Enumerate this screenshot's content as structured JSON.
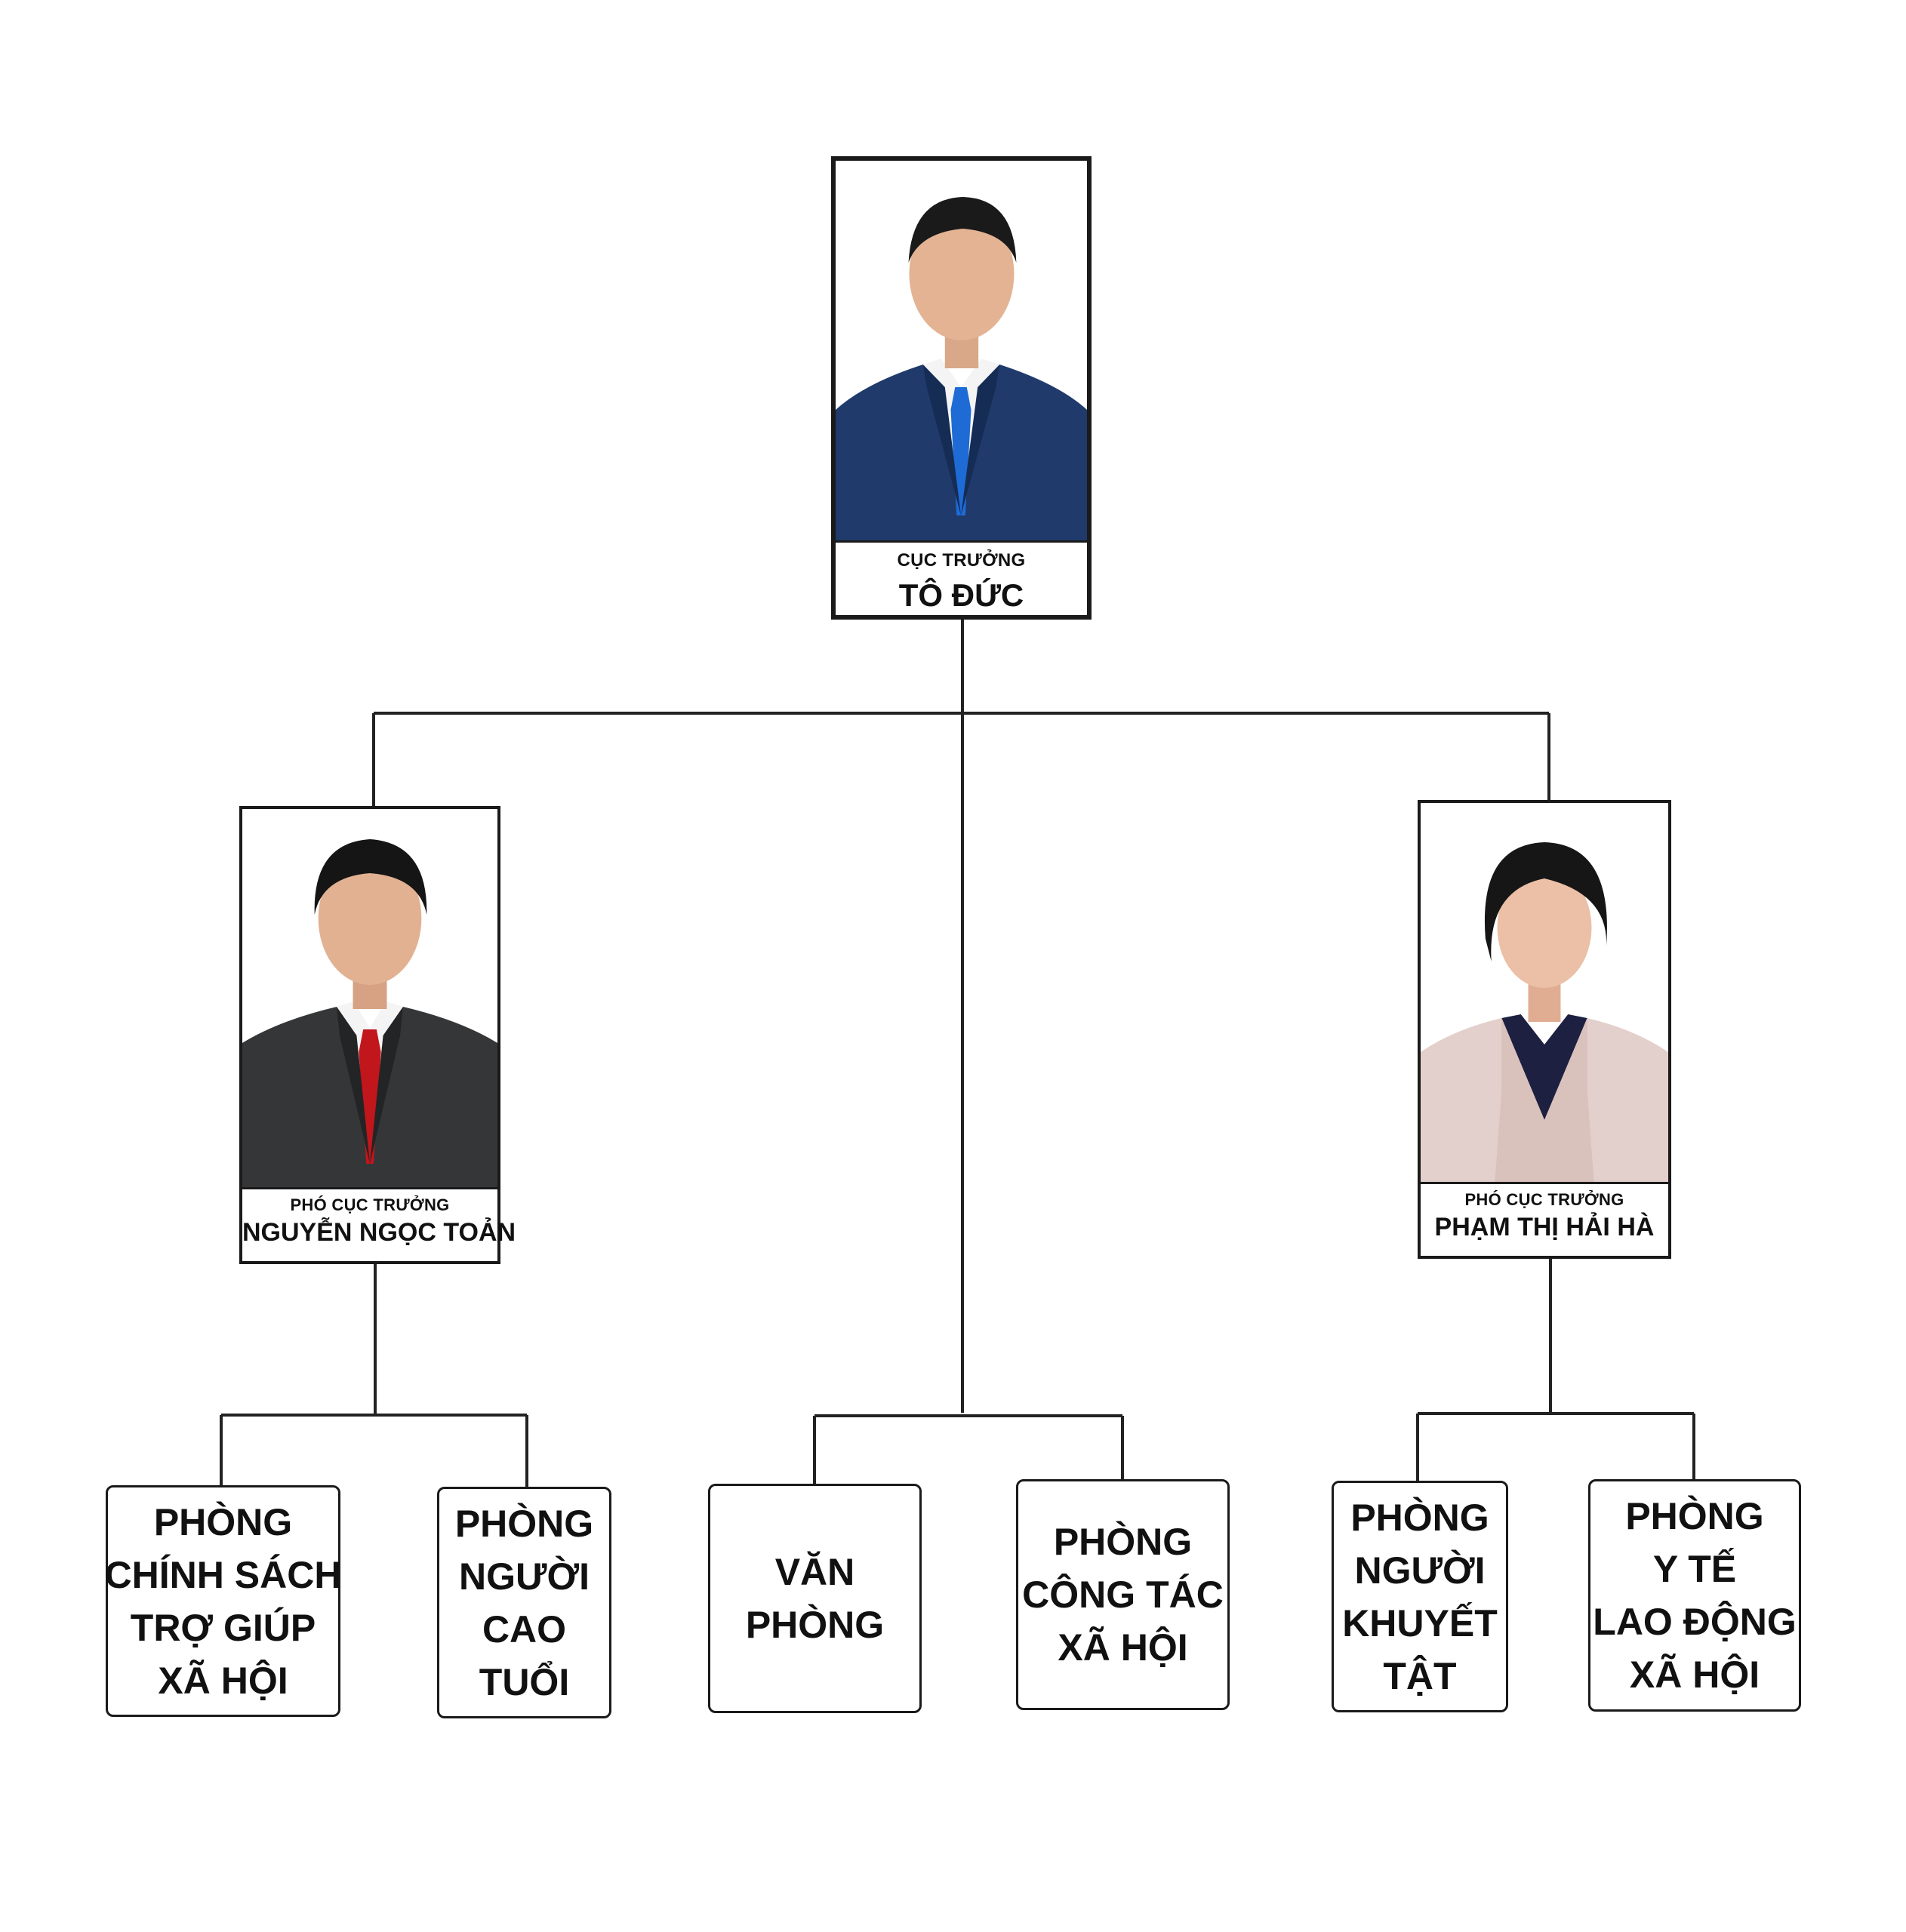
{
  "director": {
    "role": "CỤC TRƯỞNG",
    "name": "TÔ ĐỨC",
    "photo": "portrait-man-blue-suit"
  },
  "deputies": [
    {
      "role": "PHÓ CỤC TRƯỞNG",
      "name": "NGUYỄN NGỌC TOẢN",
      "photo": "portrait-man-dark-suit-red-tie"
    },
    {
      "role": "PHÓ CỤC TRƯỞNG",
      "name": "PHẠM THỊ HẢI HÀ",
      "photo": "portrait-woman-pink-jacket"
    }
  ],
  "departments": [
    {
      "lines": [
        "PHÒNG",
        "CHÍNH SÁCH",
        "TRỢ GIÚP",
        "XÃ HỘI"
      ]
    },
    {
      "lines": [
        "PHÒNG",
        "NGƯỜI",
        "CAO",
        "TUỔI"
      ]
    },
    {
      "lines": [
        "VĂN",
        "PHÒNG"
      ]
    },
    {
      "lines": [
        "PHÒNG",
        "CÔNG TÁC",
        "XÃ HỘI"
      ]
    },
    {
      "lines": [
        "PHÒNG",
        "NGƯỜI",
        "KHUYẾT",
        "TẬT"
      ]
    },
    {
      "lines": [
        "PHÒNG",
        "Y TẾ",
        "LAO ĐỘNG",
        "XÃ HỘI"
      ]
    }
  ],
  "colors": {
    "line": "#222222",
    "border": "#1a1a1a",
    "background": "#ffffff"
  }
}
